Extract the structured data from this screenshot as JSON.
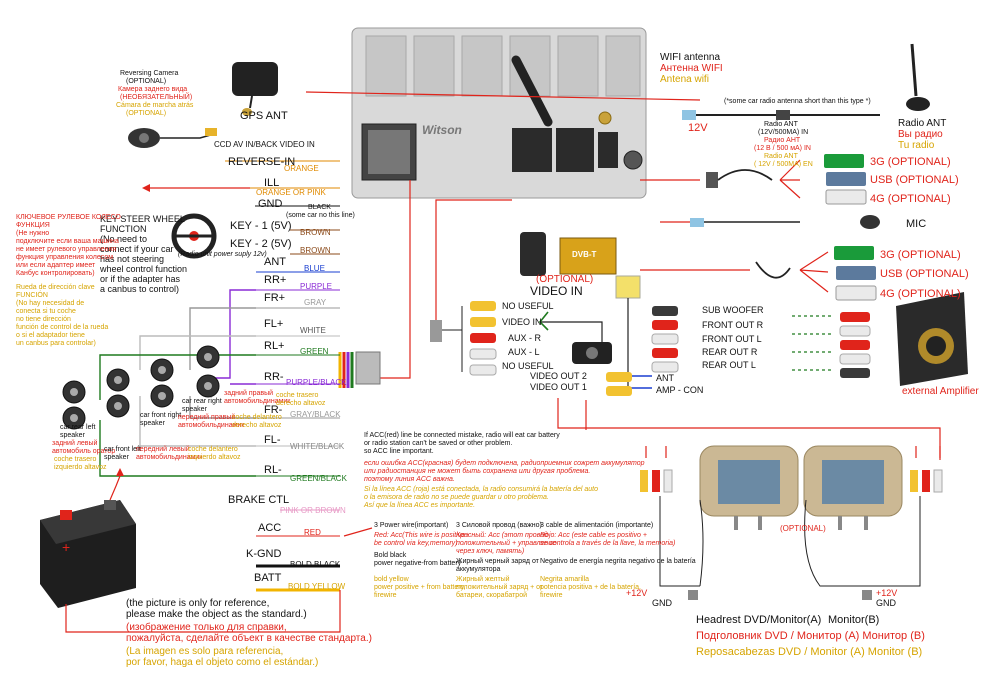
{
  "head_unit": {
    "brand_mark": "Witson"
  },
  "wifi": {
    "en": "WIFI antenna",
    "ru": "Антенна WIFI",
    "es": "Antena wifi"
  },
  "gps": {
    "label": "GPS ANT"
  },
  "camera": {
    "en": "Reversing Camera",
    "opt": "(OPTIONAL)",
    "ru": "Камера заднего вида",
    "ru_opt": "(НЕОБЯЗАТЕЛЬНЫЙ)",
    "es": "Cámara de marcha atrás",
    "es_opt": "(OPTIONAL)"
  },
  "ccd": "CCD AV IN/BACK VIDEO IN",
  "radio_ant": {
    "en": "Radio ANT",
    "ru": "Вы радио",
    "es": "Tu radio",
    "note": "(*some car radio antenna short than this type *)",
    "l1": "Radio ANT",
    "l2": "(12V/500MA) IN",
    "l3": "Радио АНТ",
    "l4": "(12 В / 500 мА) IN",
    "l5": "Radio ANT",
    "l6": "( 12V / 500MA) EN",
    "v12": "12V"
  },
  "usb_block1": [
    {
      "label": "3G (OPTIONAL)"
    },
    {
      "label": "USB (OPTIONAL)"
    },
    {
      "label": "4G (OPTIONAL)"
    }
  ],
  "mic": "MIC",
  "usb_block2": [
    {
      "label": "3G (OPTIONAL)"
    },
    {
      "label": "USB (OPTIONAL)"
    },
    {
      "label": "4G (OPTIONAL)"
    }
  ],
  "amp": {
    "label": "external Amplifier"
  },
  "wire_pins": [
    {
      "pin": "REVERSE-IN",
      "color": "ORANGE"
    },
    {
      "pin": "ILL",
      "color": "ORANGE OR PINK"
    },
    {
      "pin": "GND",
      "color": "BLACK",
      "note": "(some car no this line)"
    },
    {
      "pin": "KEY - 1 (5V)",
      "color": "BROWN"
    },
    {
      "pin": "KEY - 2 (5V)",
      "color": "BROWN"
    },
    {
      "pin": "ANT",
      "color": "BLUE"
    },
    {
      "pin": "RR+",
      "color": "PURPLE"
    },
    {
      "pin": "FR+",
      "color": "GRAY"
    },
    {
      "pin": "FL+",
      "color": "WHITE"
    },
    {
      "pin": "RL+",
      "color": "GREEN"
    },
    {
      "pin": "RR-",
      "color": "PURPLE/BLACK"
    },
    {
      "pin": "FR-",
      "color": "GRAY/BLACK"
    },
    {
      "pin": "FL-",
      "color": "WHITE/BLACK"
    },
    {
      "pin": "RL-",
      "color": "GREEN/BLACK"
    },
    {
      "pin": "BRAKE CTL",
      "color": "PINK OR BROWN"
    },
    {
      "pin": "ACC",
      "color": "RED"
    },
    {
      "pin": "K-GND",
      "color": "BOLD BLACK"
    },
    {
      "pin": "BATT",
      "color": "BOLD YELLOW"
    }
  ],
  "steering": {
    "title": "KEY STEER WHEEL FUNCTION",
    "body": "(No need to\nconnect if your car\nhas not steering\nwheel control function\nor if the adapter has\na canbus to control)",
    "radio_note": "(Radio unit power suply 12v)",
    "ru": "КЛЮЧЕВОЕ РУЛЕВОЕ КОЛЕСО\nФУНКЦИЯ\n(Не нужно\nподключите если ваша машина\nне имеет рулевого управления\nфункция управления колесом\nили если адаптер имеет\nКанбус контролировать)",
    "es": "Rueda de dirección clave\nFUNCIÓN\n(No hay necesidad de\nconecta si tu coche\nno tiene dirección\nfunción de control de la rueda\no si el adaptador tiene\nun canbus para controlar)"
  },
  "speakers": {
    "car_rear_right": "car rear right\nspeaker",
    "rear_right_ru": "задний правый\nавтомобильдинамик",
    "rear_right_es": "coche trasero\nderecho altavoz",
    "car_front_right": "car front right\nspeaker",
    "front_right_ru": "передний правый\nавтомобильдинамик",
    "front_right_es": "coche delantero\nderecho altavoz",
    "car_rear_left": "car rear left\nspeaker",
    "rear_left_ru": "задний левый\nавтомобиль оратор",
    "rear_left_es": "coche trasero\nizquierdo altavoz",
    "car_front_left": "car front left\nspeaker",
    "front_left_ru": "передний левый\nавтомобильдинамик",
    "front_left_es": "coche delantero\nizquierdo altavoz"
  },
  "dvb": {
    "opt": "(OPTIONAL)",
    "title": "VIDEO IN",
    "box": "DVB-T"
  },
  "av_in": [
    "NO USEFUL",
    "VIDEO IN",
    "AUX - R",
    "AUX - L",
    "NO USEFUL"
  ],
  "video_out": [
    "VIDEO OUT 2",
    "VIDEO OUT 1"
  ],
  "ant_amp": [
    "ANT",
    "AMP - CON"
  ],
  "rca_out": [
    "SUB WOOFER",
    "FRONT OUT R",
    "FRONT OUT L",
    "REAR OUT R",
    "REAR OUT L"
  ],
  "acc_note": {
    "en": "If ACC(red) line be connected mistake, radio will eat car battery\nor radio station can't be saved or other problem.\nso ACC line important.",
    "ru": "если ошибка ACC(красная) будет подключена, радиоприемник сожрет аккумулятор\nили радиостанция не может быть сохранена или другая проблема.\nпоэтому линия ACC важна.",
    "es": "Si la línea ACC (roja) está conectada, la radio consumirá la batería del auto\no la emisora de radio no se puede guardar u otro problema.\nAsí que la línea ACC es importante."
  },
  "power_table": {
    "cols": [
      {
        "h": "3 Power wire(important)",
        "red": "Red: Acc(This wire is positive+\nbe control via key,memory)",
        "blk": "Bold black\npower negative-from battery",
        "yel": "bold yellow\npower positive + from battery,\nfirewire"
      },
      {
        "h": "3 Силовой провод (важно)",
        "red": "Красный: Acc (этот провод\nположительный + управление\nчерез ключ, память)",
        "blk": "Жирный черный заряд от\nаккумулятора",
        "yel": "Жирный желтый\nположительный заряд + от\nбатареи, скорабатрой"
      },
      {
        "h": "3 cable de alimentación (importante)",
        "red": "Rojo: Acc (este cable es positivo +\nse controla a través de la llave, la memoria)",
        "blk": "Negativo de energía negrita negativo de la batería",
        "yel": "Negrita amarilla\npotencia positiva + de la batería,\nfirewire"
      }
    ]
  },
  "optional_mid": "(OPTIONAL)",
  "monitors": {
    "a_en": "Headrest DVD/Monitor(A)",
    "b_en": "Monitor(B)",
    "ru": "Подголовник DVD / Монитор (A) Монитор (B)",
    "es": "Reposacabezas DVD / Monitor (A) Monitor (B)",
    "left_v": "+12V",
    "left_g": "GND",
    "right_v": "+12V",
    "right_g": "GND"
  },
  "footer": {
    "en": "(the picture is only for reference,\nplease make the object as the standard.)",
    "ru": "(изображение только для справки,\nпожалуйста, сделайте объект в качестве стандарта.)",
    "es": "(La imagen es solo para referencia,\npor favor, haga el objeto como el estándar.)"
  },
  "colors": {
    "red": "#e0241b",
    "yellow": "#d6a400",
    "green": "#1f7a1f",
    "purple": "#8a2bd6",
    "blue": "#1a3fd0"
  }
}
